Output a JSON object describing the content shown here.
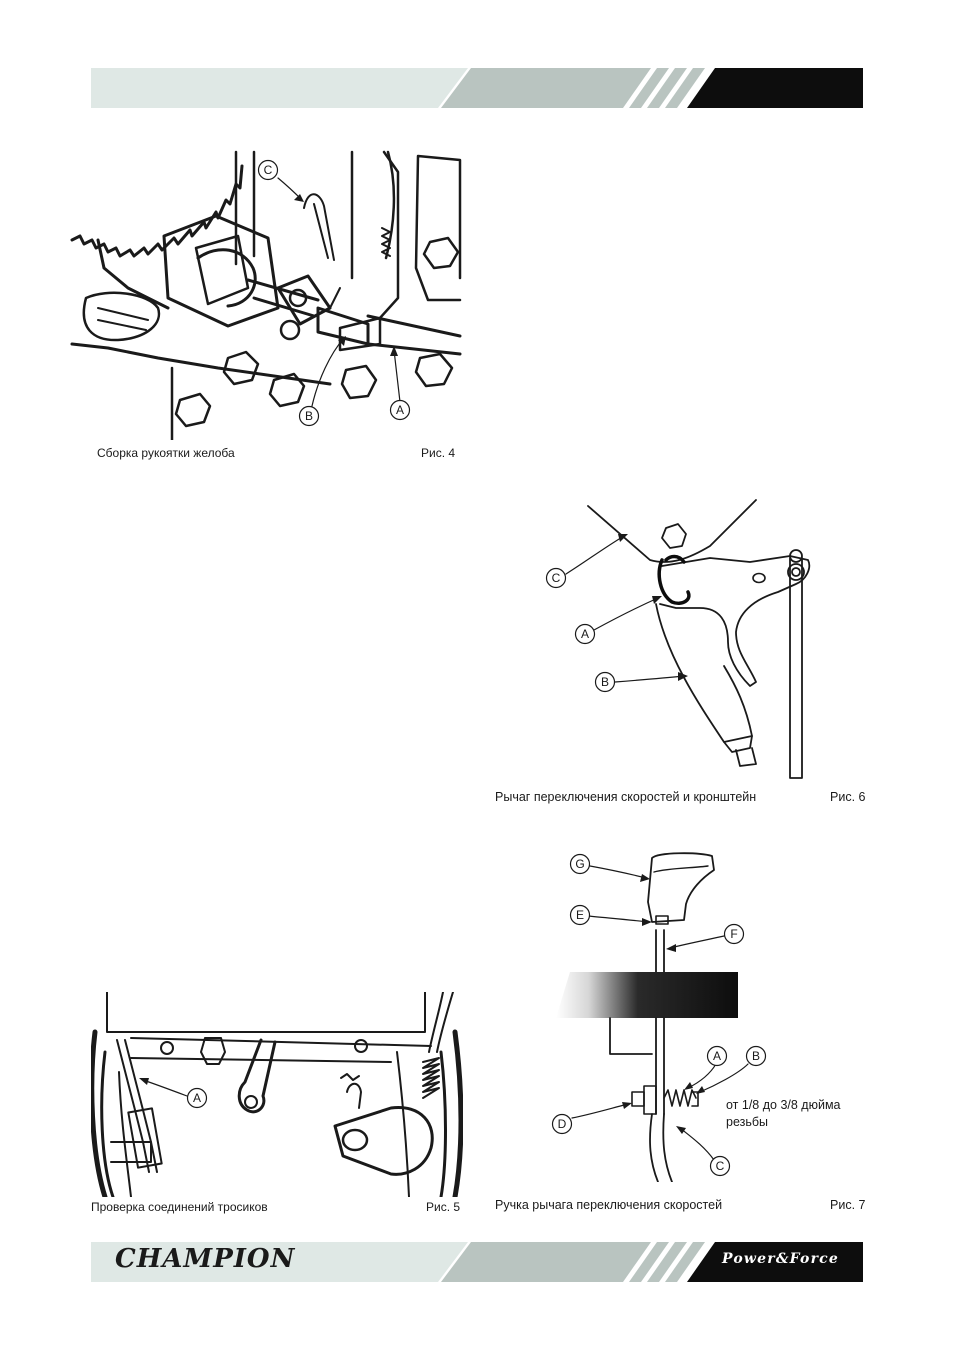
{
  "header": {
    "colors": {
      "light": "#dfe8e5",
      "mid": "#b9c4c0",
      "dark": "#0d0d0d"
    }
  },
  "footer": {
    "brand": "CHAMPION",
    "tagline": "Power&Force"
  },
  "figures": {
    "fig4": {
      "caption": "Сборка рукоятки желоба",
      "number": "Рис. 4",
      "labels": {
        "c": "C",
        "b": "B",
        "a": "A"
      }
    },
    "fig5": {
      "caption": "Проверка соединений тросиков",
      "number": "Рис. 5",
      "labels": {
        "a": "A"
      }
    },
    "fig6": {
      "caption": "Рычаг переключения скоростей и кронштейн",
      "number": "Рис. 6",
      "labels": {
        "c": "C",
        "a": "A",
        "b": "B"
      }
    },
    "fig7": {
      "caption": "Ручка рычага переключения скоростей",
      "number": "Рис. 7",
      "labels": {
        "g": "G",
        "e": "E",
        "f": "F",
        "a": "A",
        "b": "B",
        "d": "D",
        "c": "C"
      },
      "note_line1": "от 1/8 до 3/8 дюйма",
      "note_line2": "резьбы"
    }
  }
}
